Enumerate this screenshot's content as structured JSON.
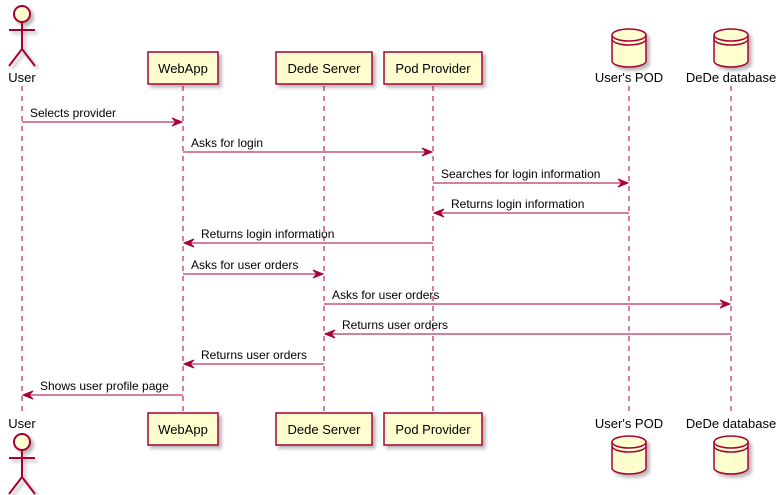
{
  "colors": {
    "participant_fill": "#FEFECE",
    "participant_border": "#A80036",
    "lifeline": "#A80036",
    "arrow": "#A80036",
    "text": "#000000"
  },
  "participants": [
    {
      "id": "user",
      "label": "User",
      "kind": "actor",
      "icon": "actor-stick-figure-icon"
    },
    {
      "id": "webapp",
      "label": "WebApp",
      "kind": "box"
    },
    {
      "id": "dede_server",
      "label": "Dede Server",
      "kind": "box"
    },
    {
      "id": "pod_provider",
      "label": "Pod Provider",
      "kind": "box"
    },
    {
      "id": "users_pod",
      "label": "User's POD",
      "kind": "database",
      "icon": "database-cylinder-icon"
    },
    {
      "id": "dede_db",
      "label": "DeDe database",
      "kind": "database",
      "icon": "database-cylinder-icon"
    }
  ],
  "messages": [
    {
      "from": "user",
      "to": "webapp",
      "label": "Selects provider"
    },
    {
      "from": "webapp",
      "to": "pod_provider",
      "label": "Asks for login"
    },
    {
      "from": "pod_provider",
      "to": "users_pod",
      "label": "Searches for login information"
    },
    {
      "from": "users_pod",
      "to": "pod_provider",
      "label": "Returns login information"
    },
    {
      "from": "pod_provider",
      "to": "webapp",
      "label": "Returns login information"
    },
    {
      "from": "webapp",
      "to": "dede_server",
      "label": "Asks for user orders"
    },
    {
      "from": "dede_server",
      "to": "dede_db",
      "label": "Asks for user orders"
    },
    {
      "from": "dede_db",
      "to": "dede_server",
      "label": "Returns user orders"
    },
    {
      "from": "dede_server",
      "to": "webapp",
      "label": "Returns user orders"
    },
    {
      "from": "webapp",
      "to": "user",
      "label": "Shows user profile page"
    }
  ]
}
